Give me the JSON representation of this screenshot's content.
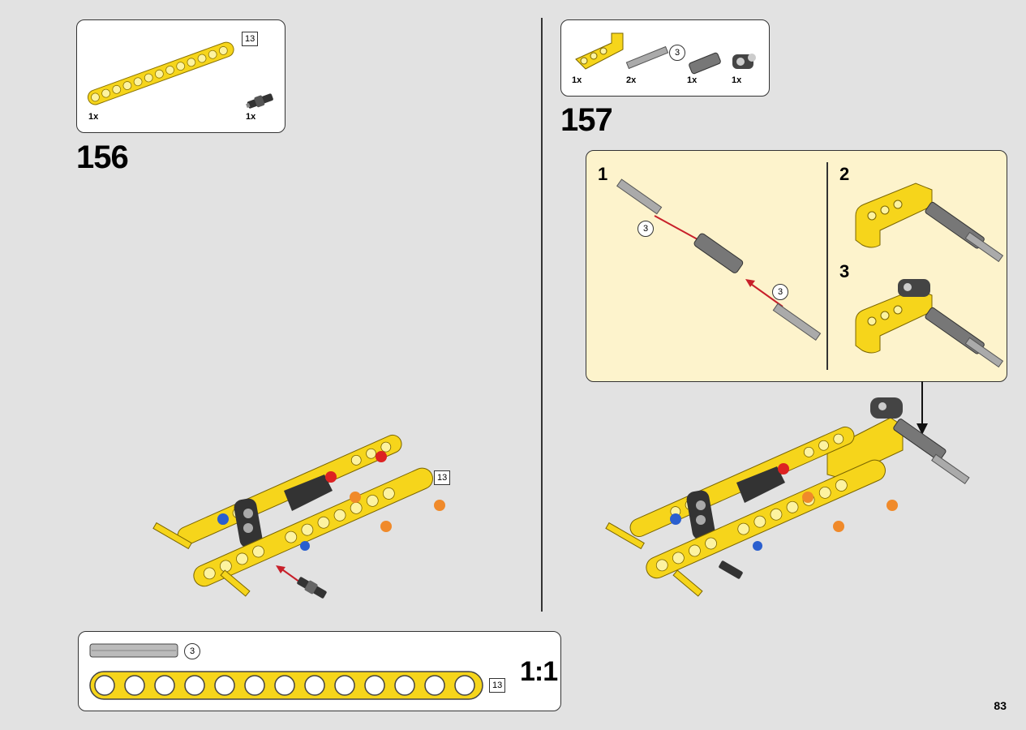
{
  "step156": {
    "number": "156",
    "parts": [
      {
        "name": "yellow-beam-13",
        "qty": "1x",
        "length_label": "13"
      },
      {
        "name": "black-pin-connector",
        "qty": "1x"
      }
    ],
    "model_label": "13"
  },
  "step157": {
    "number": "157",
    "parts": [
      {
        "name": "yellow-angled-beam",
        "qty": "1x"
      },
      {
        "name": "grey-axle-3",
        "qty": "2x",
        "length_label": "3"
      },
      {
        "name": "grey-axle-connector",
        "qty": "1x"
      },
      {
        "name": "grey-cross-block",
        "qty": "1x"
      }
    ],
    "subassembly": {
      "sub_steps": [
        "1",
        "2",
        "3"
      ],
      "axle_label": "3"
    }
  },
  "scale_bar": {
    "axle_label": "3",
    "beam_label": "13",
    "scale_text": "1:1"
  },
  "page_number": "83",
  "colors": {
    "background": "#e2e2e2",
    "subpanel": "#fdf3cc",
    "lego_yellow": "#f6d51b",
    "lego_grey": "#8a8a8a",
    "arrow_red": "#c8202a"
  }
}
